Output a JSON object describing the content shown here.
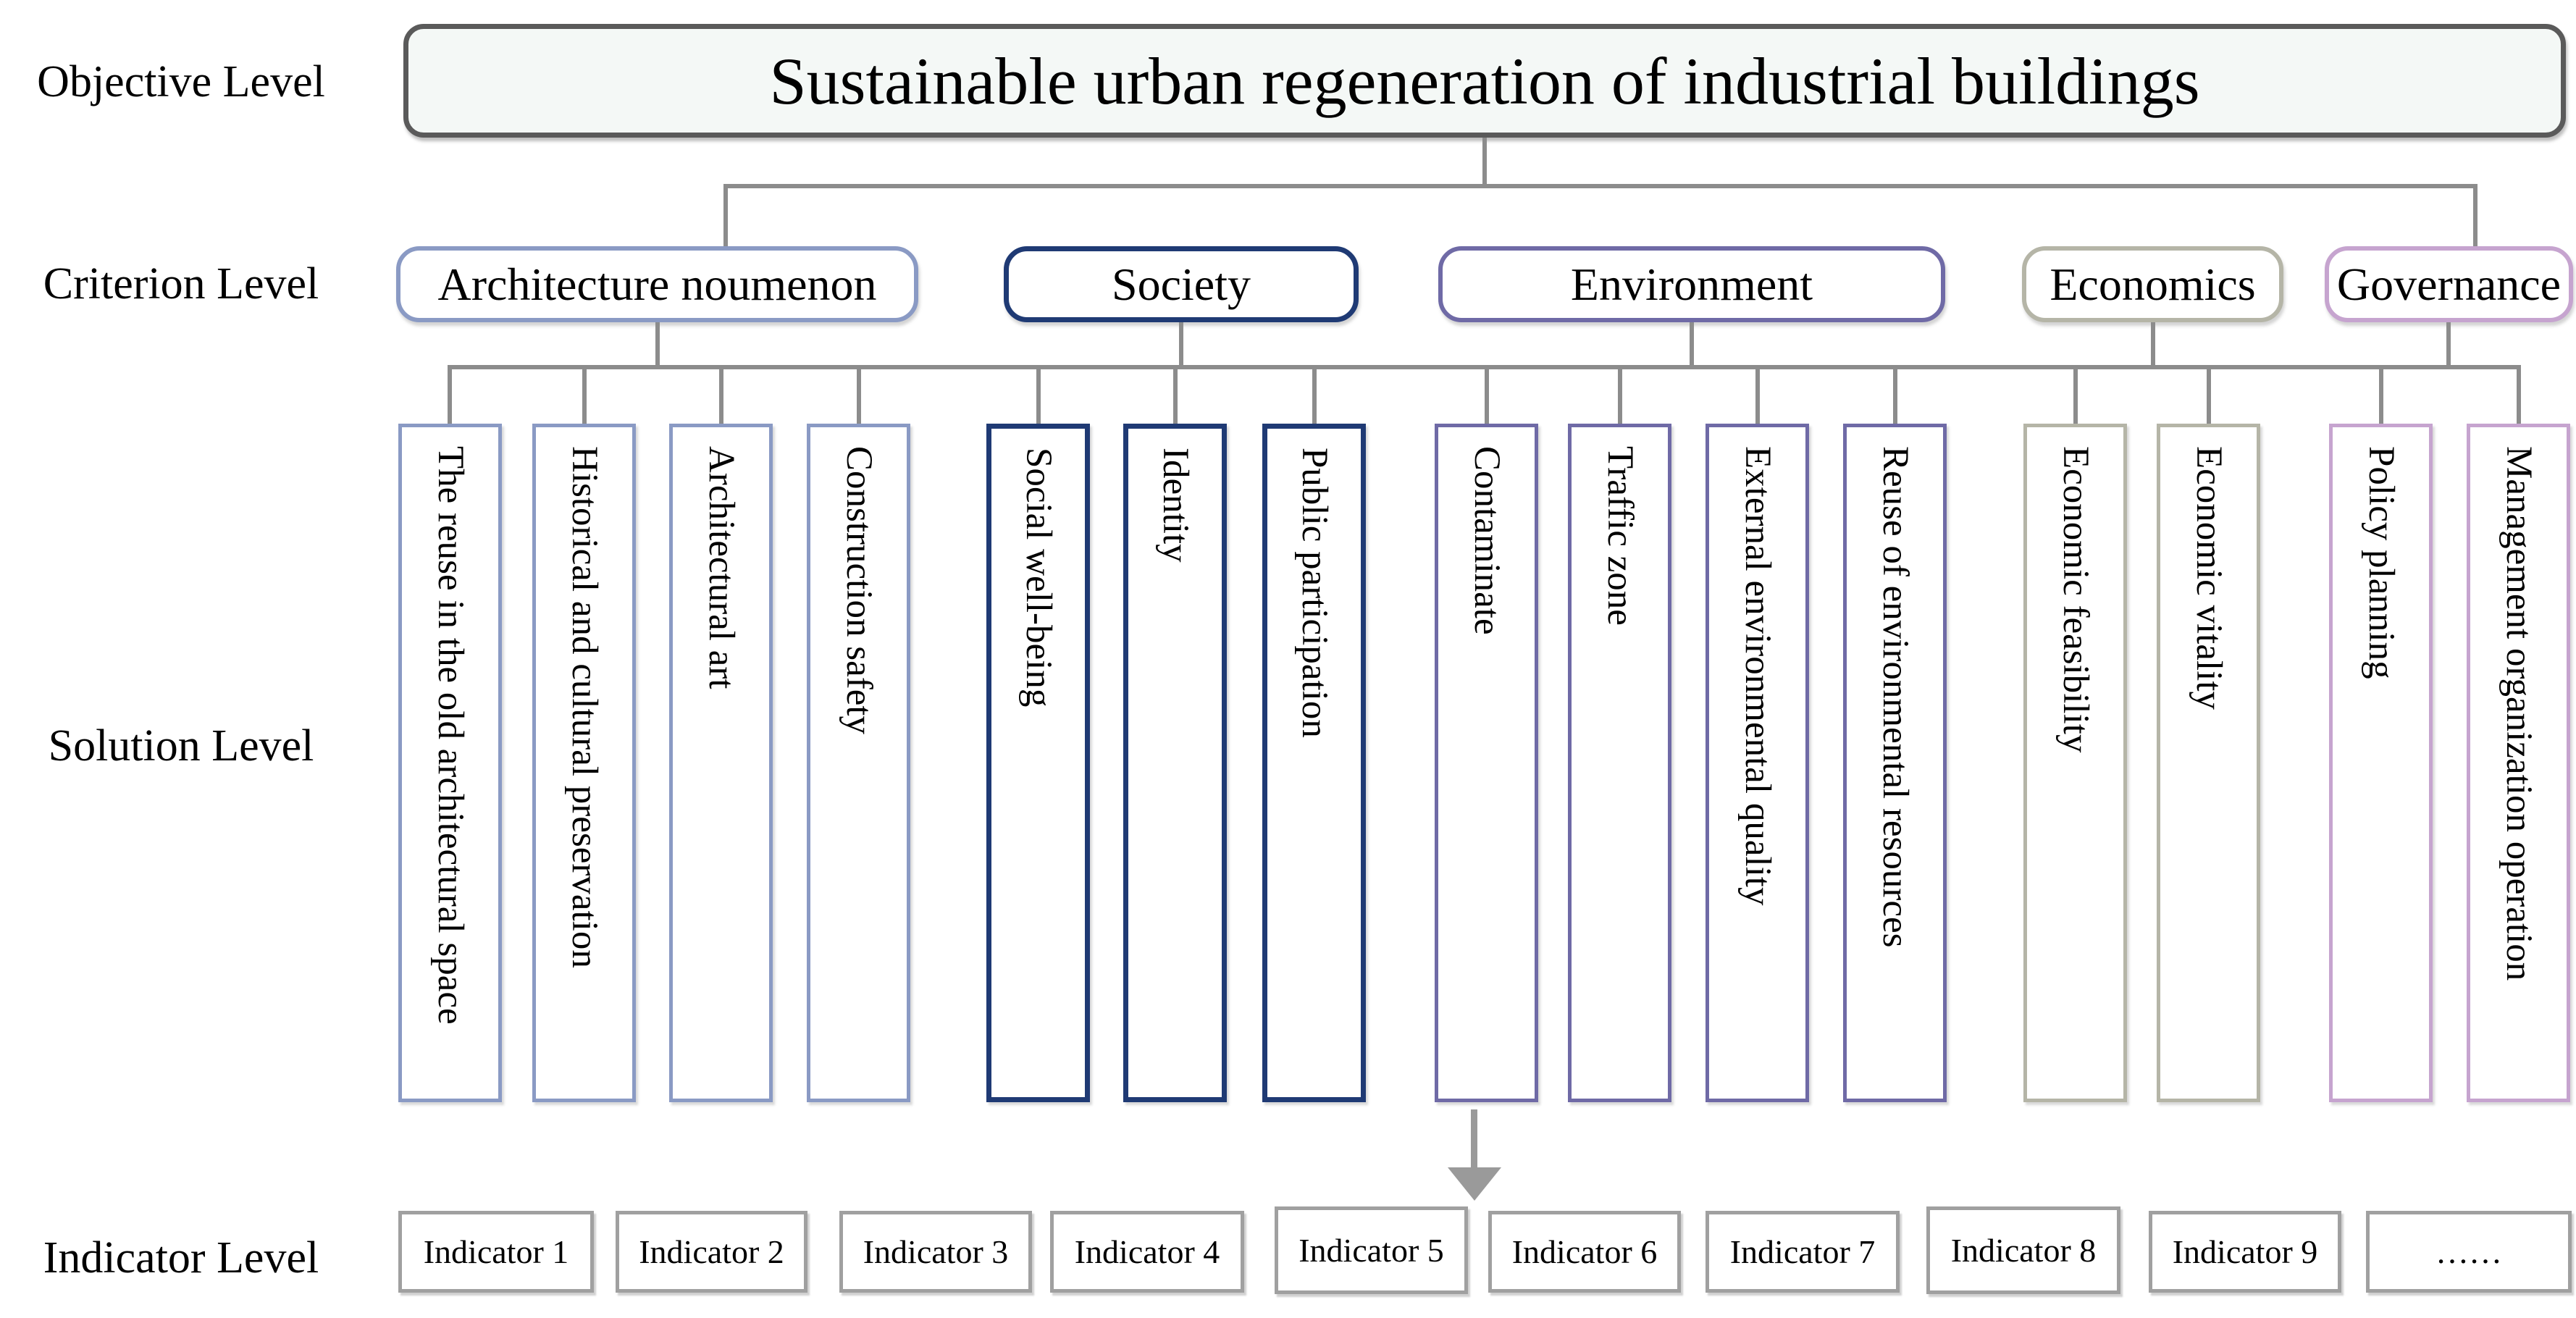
{
  "palette": {
    "title_border": "#5a5a5a",
    "title_fill": "#f4f8f6",
    "architecture": "#8a9ac4",
    "society": "#1f3a74",
    "environment": "#6f6aa6",
    "economics": "#b5b5a7",
    "governance": "#c6a4cf",
    "indicator_border": "#a0a0a0",
    "connector": "#8c8c8c",
    "arrow": "#9a9a9a"
  },
  "side_labels": {
    "objective": "Objective Level",
    "criterion": "Criterion Level",
    "solution": "Solution Level",
    "indicator": "Indicator Level"
  },
  "objective": {
    "title": "Sustainable urban regeneration of industrial buildings"
  },
  "criteria": [
    {
      "label": "Architecture noumenon",
      "group": "architecture"
    },
    {
      "label": "Society",
      "group": "society"
    },
    {
      "label": "Environment",
      "group": "environment"
    },
    {
      "label": "Economics",
      "group": "economics"
    },
    {
      "label": "Governance",
      "group": "governance"
    }
  ],
  "solutions": [
    {
      "label": "The reuse in the old architectural space",
      "group": "architecture"
    },
    {
      "label": "Historical and cultural preservation",
      "group": "architecture"
    },
    {
      "label": "Architectural art",
      "group": "architecture"
    },
    {
      "label": "Construction safety",
      "group": "architecture"
    },
    {
      "label": "Social well-being",
      "group": "society"
    },
    {
      "label": "Identity",
      "group": "society"
    },
    {
      "label": "Public participation",
      "group": "society"
    },
    {
      "label": "Contaminate",
      "group": "environment"
    },
    {
      "label": "Traffic zone",
      "group": "environment"
    },
    {
      "label": "External environmental quality",
      "group": "environment"
    },
    {
      "label": "Reuse of environmental resources",
      "group": "environment"
    },
    {
      "label": "Economic feasibility",
      "group": "economics"
    },
    {
      "label": "Economic vitality",
      "group": "economics"
    },
    {
      "label": "Policy planning",
      "group": "governance"
    },
    {
      "label": "Management organization operation",
      "group": "governance"
    }
  ],
  "indicators": [
    {
      "label": "Indicator 1"
    },
    {
      "label": "Indicator 2"
    },
    {
      "label": "Indicator 3"
    },
    {
      "label": "Indicator 4"
    },
    {
      "label": "Indicator 5"
    },
    {
      "label": "Indicator 6"
    },
    {
      "label": "Indicator 7"
    },
    {
      "label": "Indicator 8"
    },
    {
      "label": "Indicator 9"
    },
    {
      "label": "……"
    }
  ]
}
